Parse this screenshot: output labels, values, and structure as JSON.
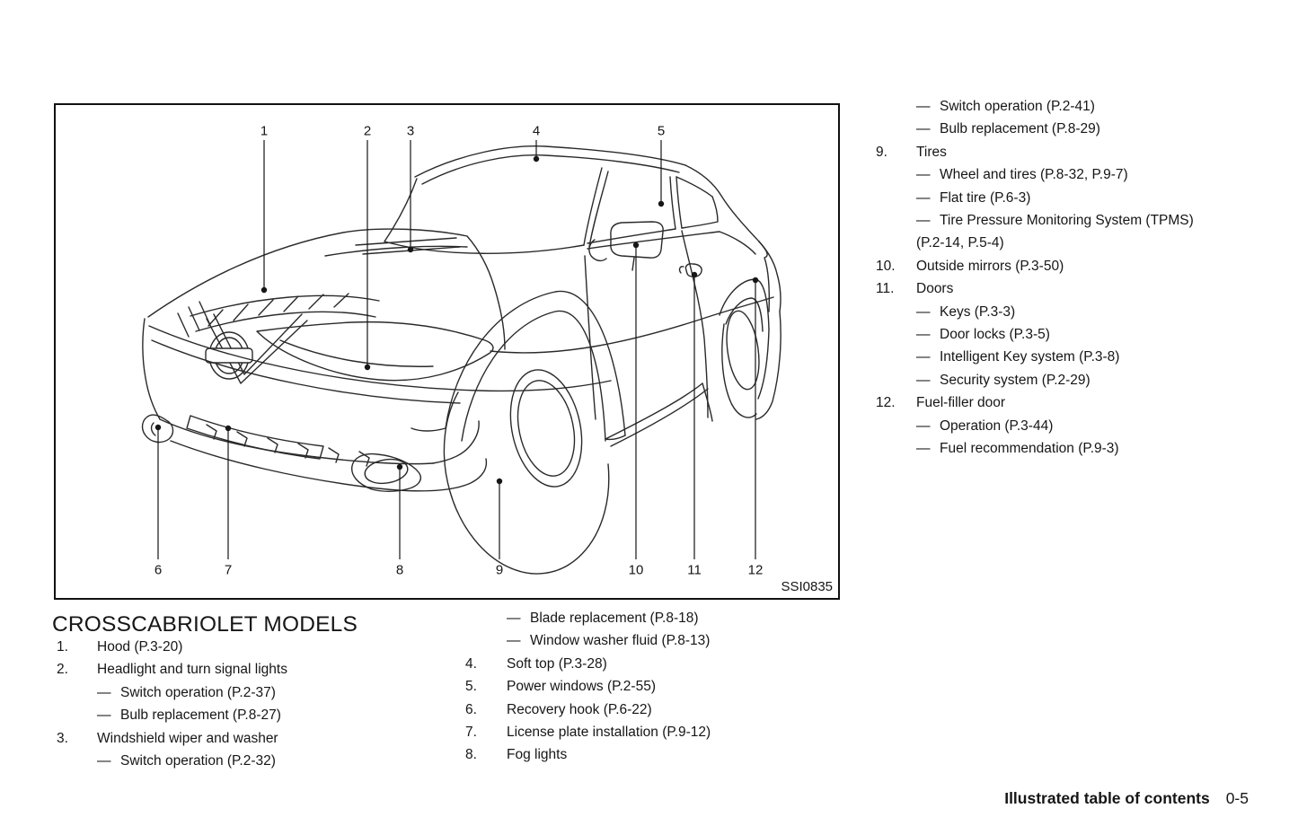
{
  "colors": {
    "ink": "#161616",
    "line": "#2a2a2a"
  },
  "figure": {
    "image_code": "SSI0835",
    "callouts_top": [
      "1",
      "2",
      "3",
      "4",
      "5"
    ],
    "callouts_bottom": [
      "6",
      "7",
      "8",
      "9",
      "10",
      "11",
      "12"
    ]
  },
  "toc": {
    "heading": "CROSSCABRIOLET MODELS",
    "dash": "—",
    "left": {
      "rows": [
        {
          "num": "1.",
          "text": "Hood (P.3-20)"
        },
        {
          "num": "2.",
          "text": "Headlight and turn signal lights"
        },
        {
          "text": "Switch operation (P.2-37)"
        },
        {
          "text": "Bulb replacement (P.8-27)"
        },
        {
          "num": "3.",
          "text": "Windshield wiper and washer"
        },
        {
          "text": "Switch operation (P.2-32)"
        }
      ]
    },
    "middle": {
      "rows": [
        {
          "text": "Blade replacement (P.8-18)"
        },
        {
          "text": "Window washer fluid (P.8-13)"
        },
        {
          "num": "4.",
          "text": "Soft top (P.3-28)"
        },
        {
          "num": "5.",
          "text": "Power windows (P.2-55)"
        },
        {
          "num": "6.",
          "text": "Recovery hook (P.6-22)"
        },
        {
          "num": "7.",
          "text": "License plate installation (P.9-12)"
        },
        {
          "num": "8.",
          "text": "Fog lights"
        }
      ]
    },
    "right": {
      "rows": [
        {
          "text": "Switch operation (P.2-41)"
        },
        {
          "text": "Bulb replacement (P.8-29)"
        },
        {
          "num": "9.",
          "text": "Tires"
        },
        {
          "text": "Wheel and tires (P.8-32, P.9-7)"
        },
        {
          "text": "Flat tire (P.6-3)"
        },
        {
          "text": "Tire Pressure Monitoring System (TPMS)"
        },
        {
          "cont": "(P.2-14, P.5-4)"
        },
        {
          "num": "10.",
          "text": "Outside mirrors (P.3-50)"
        },
        {
          "num": "11.",
          "text": "Doors"
        },
        {
          "text": "Keys (P.3-3)"
        },
        {
          "text": "Door locks (P.3-5)"
        },
        {
          "text": "Intelligent Key system (P.3-8)"
        },
        {
          "text": "Security system (P.2-29)"
        },
        {
          "num": "12.",
          "text": "Fuel-filler door"
        },
        {
          "text": "Operation (P.3-44)"
        },
        {
          "text": "Fuel recommendation (P.9-3)"
        }
      ]
    }
  },
  "footer": {
    "label": "Illustrated table of contents",
    "page_number": "0-5"
  }
}
